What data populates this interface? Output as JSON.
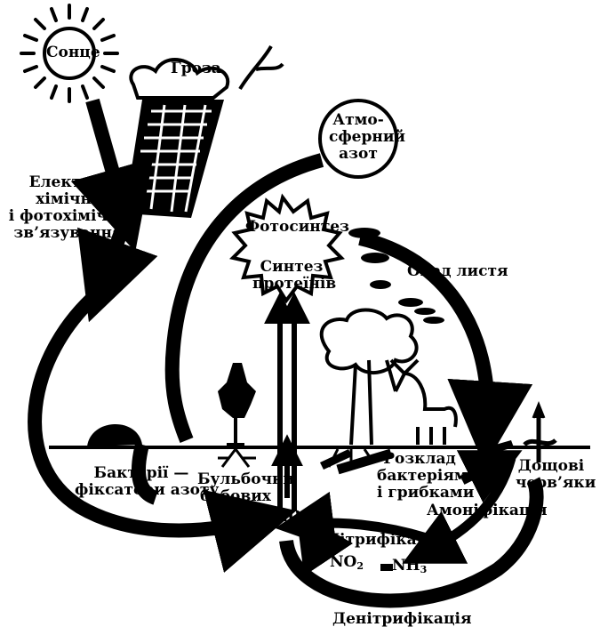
{
  "labels": {
    "sun": "Сонце",
    "thunderstorm": "Гроза",
    "atmospheric_nitrogen": "Атмо-\nсферний\nазот",
    "electro_photochemical_binding": "Електро-\nхімічне\nі фотохімічне\nзв’язування",
    "photosynthesis": "Фотосинтез",
    "protein_synthesis": "Синтез\nпротеїнів",
    "leaf_fall": "Опад листя",
    "nitrogen_fixing_bacteria": "Бактерії —\nфіксатори азоту",
    "legume_nodules": "Бульбочки\nбобових",
    "decomposition": "Розклад\nбактеріями\nі грибками",
    "earthworms": "Дощові\nчерв’яки",
    "ammonification": "Амоніфікація",
    "nitrification": "Нітрифікація",
    "denitrification": "Денітрифікація",
    "nitrate_base": "NO",
    "nitrate_sub": "3",
    "nitrite_base": "NO",
    "nitrite_sub": "2",
    "ammonia_base": "NH",
    "ammonia_sub": "3"
  },
  "colors": {
    "ink": "#000000",
    "paper": "#ffffff"
  }
}
